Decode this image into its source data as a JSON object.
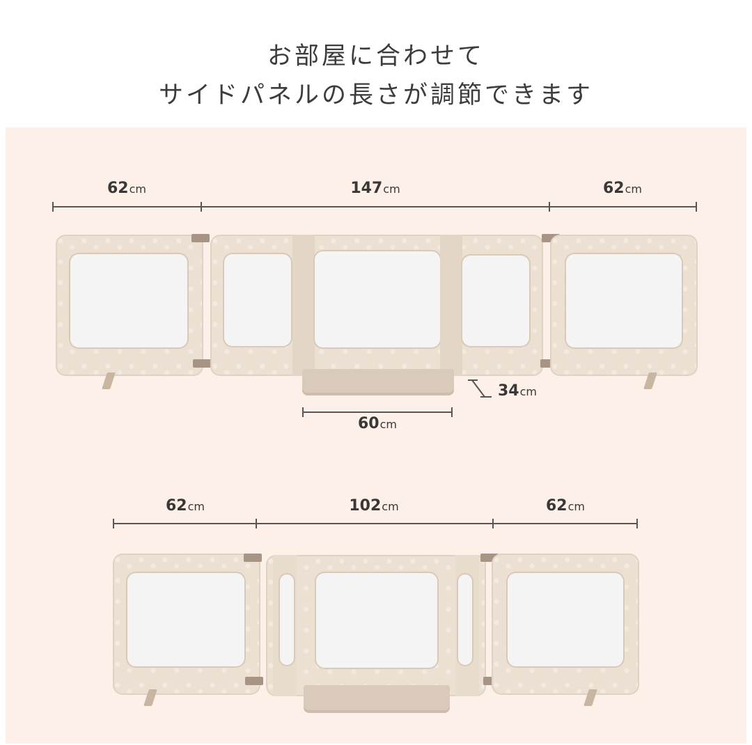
{
  "header": {
    "line1": "お部屋に合わせて",
    "line2": "サイドパネルの長さが調節できます"
  },
  "colors": {
    "background": "#ffffff",
    "panel_background": "#fdf0e8",
    "fabric": "#ece0d2",
    "window": "#f4f4f5",
    "hardware": "#a89484",
    "base": "#d9cabb",
    "text": "#3a3836"
  },
  "config_wide": {
    "segments": [
      {
        "value": "62",
        "unit": "cm"
      },
      {
        "value": "147",
        "unit": "cm"
      },
      {
        "value": "62",
        "unit": "cm"
      }
    ],
    "base_width": {
      "value": "60",
      "unit": "cm"
    },
    "base_depth": {
      "value": "34",
      "unit": "cm"
    }
  },
  "config_narrow": {
    "segments": [
      {
        "value": "62",
        "unit": "cm"
      },
      {
        "value": "102",
        "unit": "cm"
      },
      {
        "value": "62",
        "unit": "cm"
      }
    ]
  }
}
